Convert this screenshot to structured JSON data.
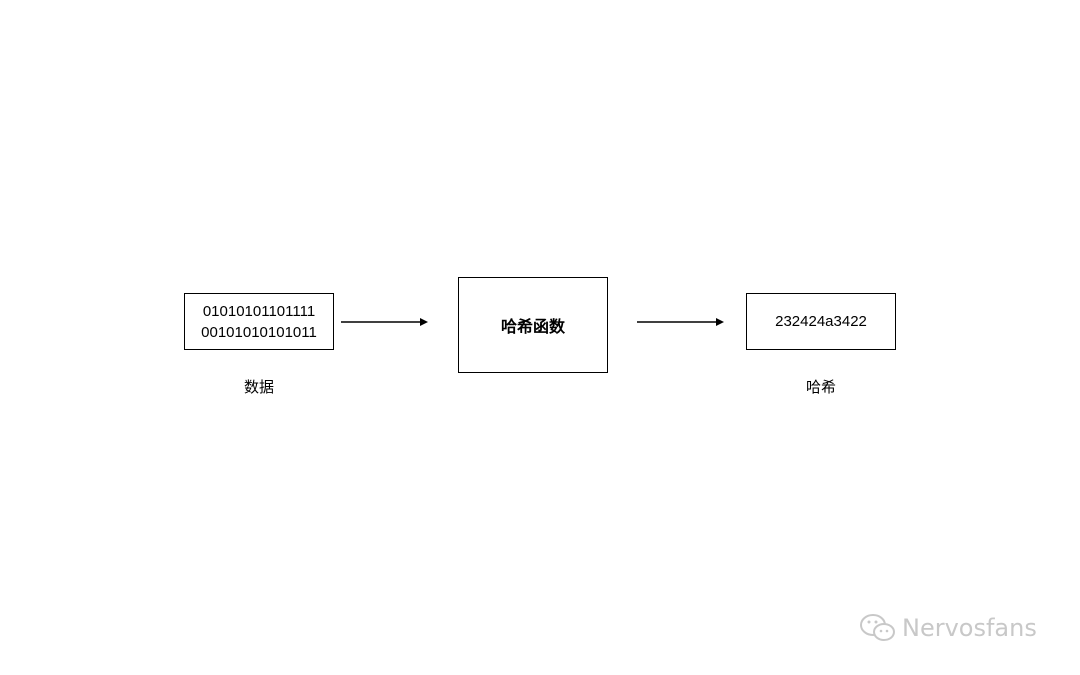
{
  "diagram": {
    "data_box": {
      "line1": "01010101101111",
      "line2": "00101010101011"
    },
    "function_box": {
      "label": "哈希函数"
    },
    "hash_box": {
      "label": "232424a3422"
    },
    "data_caption": "数据",
    "hash_caption": "哈希",
    "connector_color": "#000000"
  },
  "watermark": {
    "icon": "wechat-icon",
    "text": "Nervosfans",
    "color": "#c8c8c8"
  }
}
